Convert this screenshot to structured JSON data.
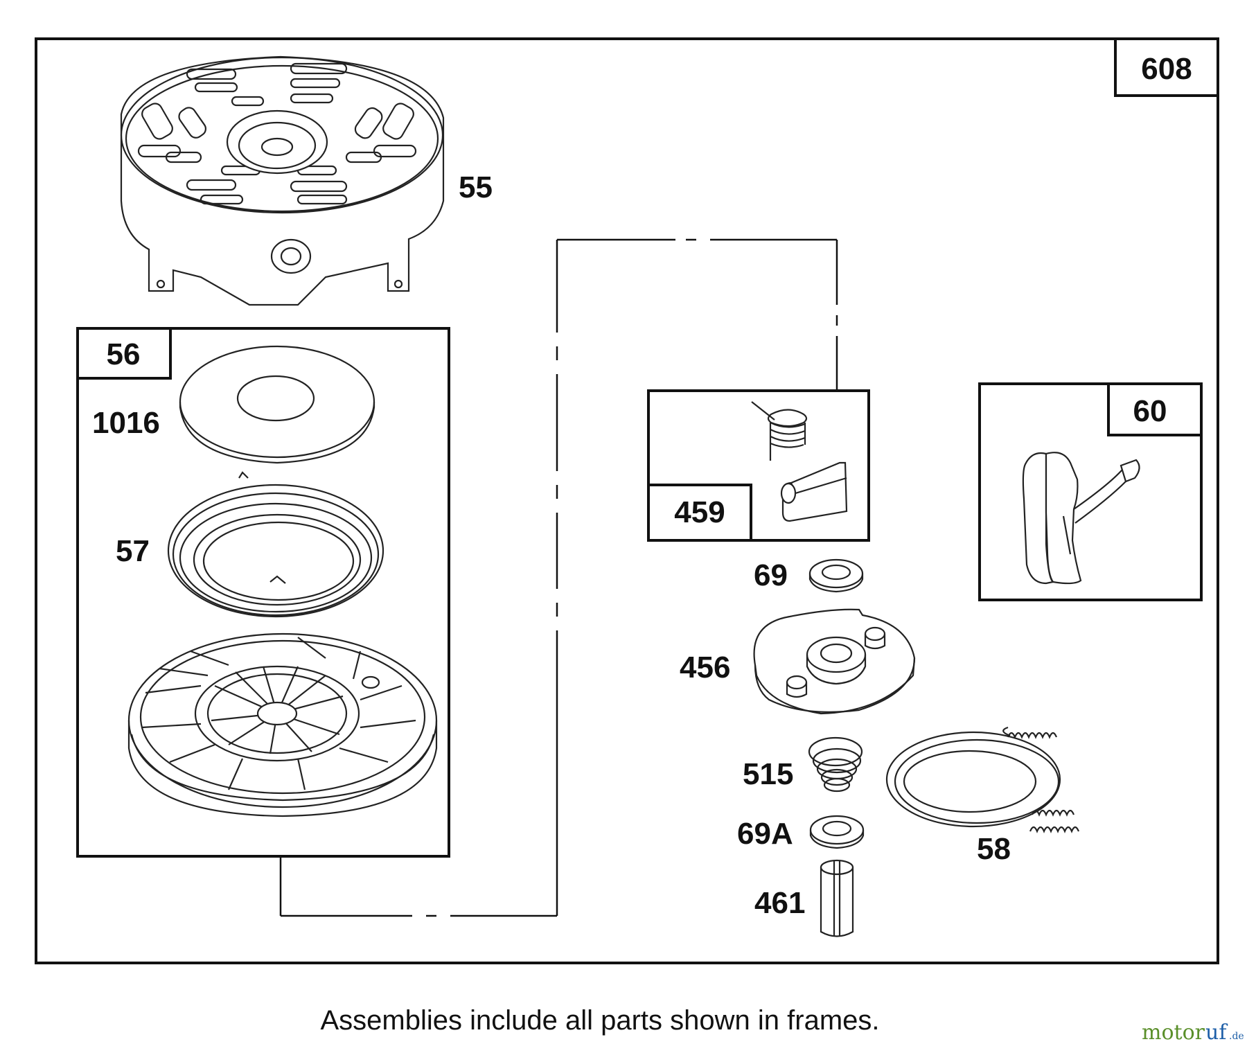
{
  "assembly_labels": {
    "main": "608",
    "pulley_assembly": "56",
    "pawl_kit": "459",
    "handle_kit": "60"
  },
  "part_labels": {
    "housing": "55",
    "washer_1016": "1016",
    "spring_57": "57",
    "washer_69": "69",
    "retainer": "456",
    "spring_515": "515",
    "washer_69a": "69A",
    "pin": "461",
    "rope": "58"
  },
  "caption": "Assemblies include all parts shown in frames.",
  "watermark": {
    "part1": "motor",
    "part2": "uf",
    "suffix": ".de"
  }
}
